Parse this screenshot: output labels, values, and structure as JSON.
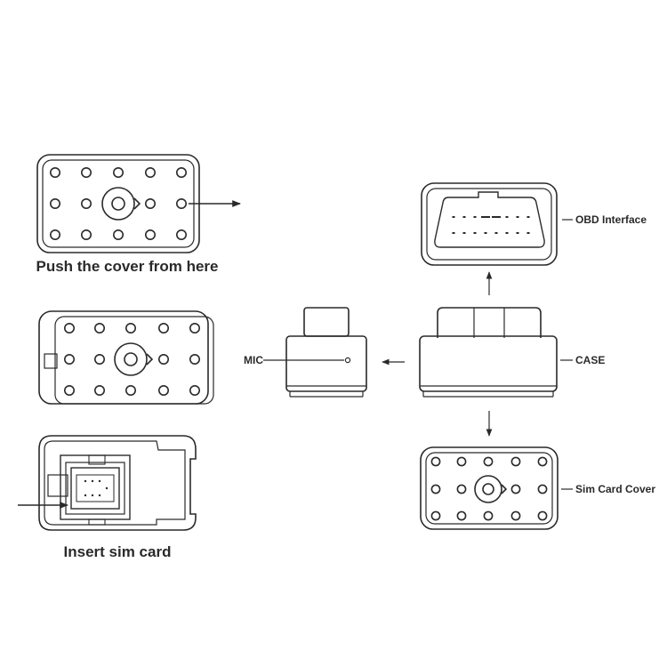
{
  "labels": {
    "push_cover": "Push the cover from here",
    "insert_sim": "Insert sim card",
    "mic": "MIC",
    "case": "CASE",
    "obd_interface": "OBD Interface",
    "sim_card_cover": "Sim Card Cover"
  },
  "colors": {
    "stroke": "#2a2a2a",
    "background": "#ffffff"
  },
  "icons": {
    "arrow": "arrow-icon",
    "dot": "hole-dot-icon",
    "button": "center-button-icon"
  }
}
